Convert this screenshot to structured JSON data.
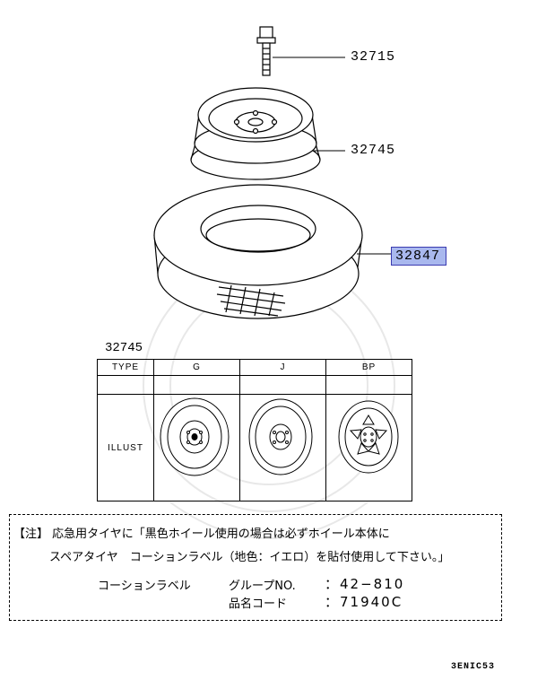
{
  "callouts": {
    "bolt": "32715",
    "wheel": "32745",
    "tire": "32847"
  },
  "colors": {
    "highlight_fill": "#a9b8ee",
    "highlight_border": "#3a3ab0"
  },
  "table": {
    "title": "32745",
    "header_type": "TYPE",
    "row_label": "ILLUST",
    "columns": [
      "G",
      "J",
      "BP"
    ]
  },
  "note": {
    "line1": "【注】 応急用タイヤに「黒色ホイール使用の場合は必ずホイール本体に",
    "line2": "スペアタイヤ　コーションラベル（地色：イエロ）を貼付使用して下さい。」",
    "label_name": "コーションラベル",
    "group_key": "グループNO.",
    "group_val": "：42−810",
    "code_key": "品名コード",
    "code_val": "：71940C"
  },
  "figure_ref": "3ENIC53"
}
